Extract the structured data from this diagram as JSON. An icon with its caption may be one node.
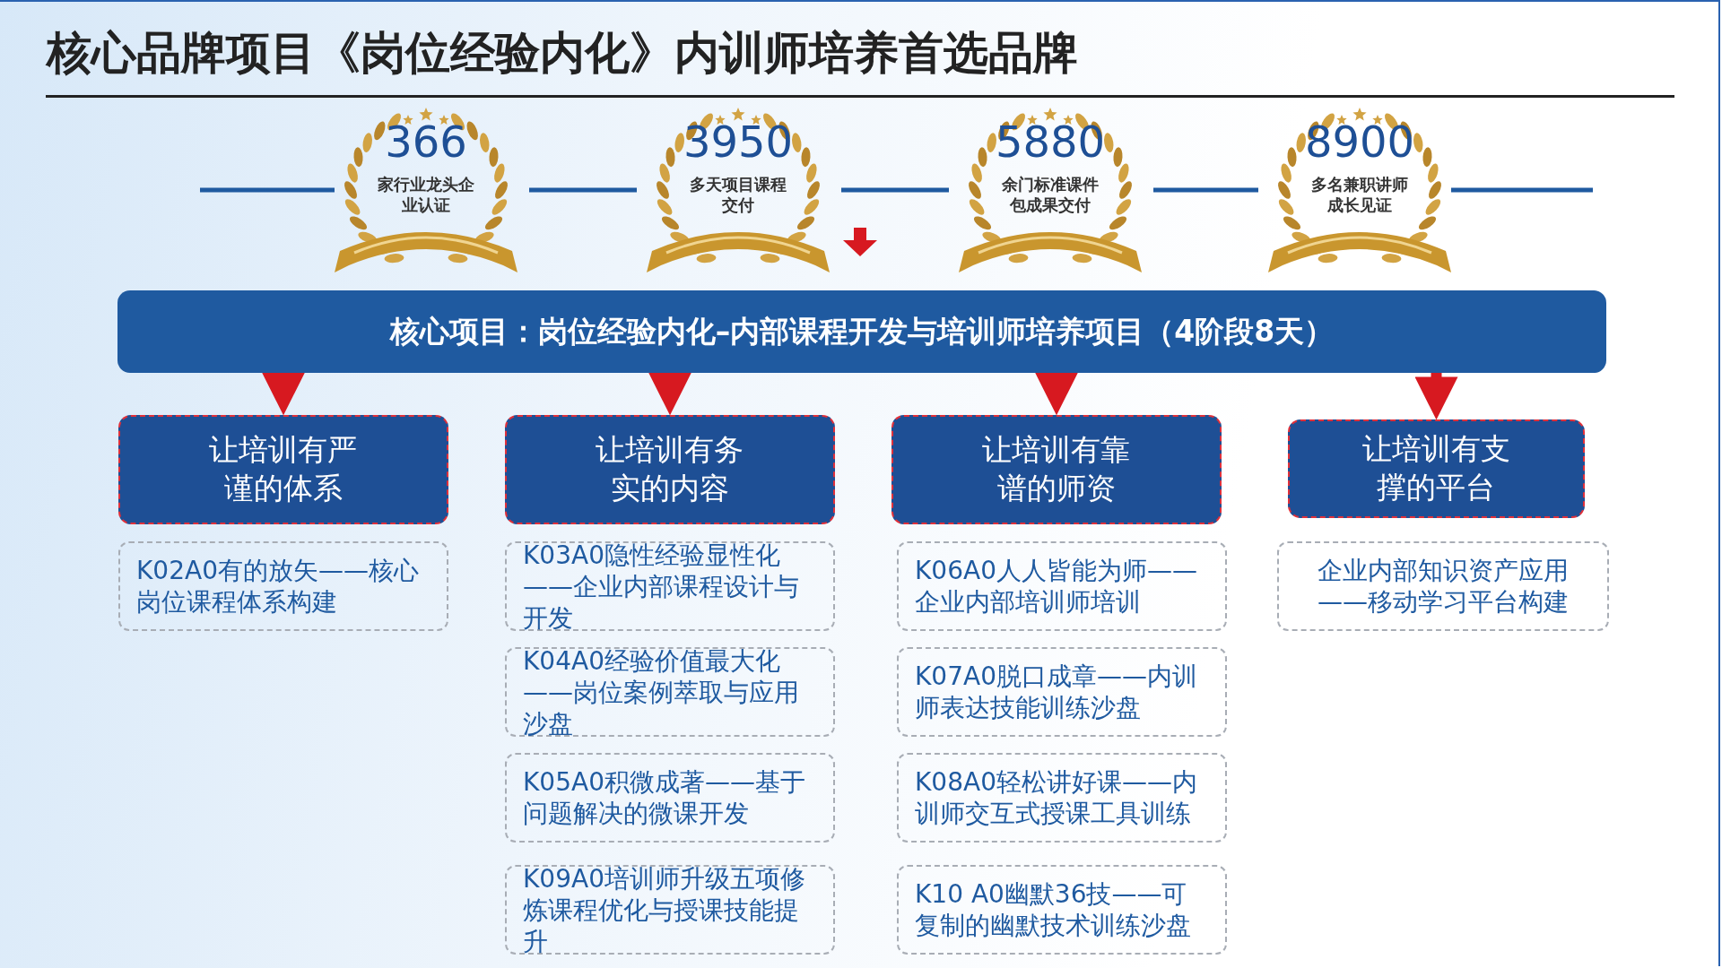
{
  "diagram": {
    "title": "核心品牌项目《岗位经验内化》内训师培养首选品牌",
    "nodes": [
      {
        "text": [
          "366",
          "家行业龙头企业认证"
        ]
      },
      {
        "text": [
          "3950",
          "多天项目课程交付"
        ]
      },
      {
        "text": [
          "5880",
          "余门标准课件包成果交付"
        ]
      },
      {
        "text": [
          "8900",
          "多名兼职讲师成长见证"
        ]
      },
      {
        "text": [
          "核心项目：岗位经验内化–内部课程开发与培训师培养项目（4阶段8天）"
        ]
      },
      {
        "text": [
          "让培训有严谨的体系"
        ]
      },
      {
        "text": [
          "让培训有务实的内容"
        ]
      },
      {
        "text": [
          "让培训有靠谱的师资"
        ]
      },
      {
        "text": [
          "让培训有支撑的平台"
        ]
      },
      {
        "text": [
          "K02A0有的放矢——核心岗位课程体系构建"
        ]
      },
      {
        "text": [
          "K03A0隐性经验显性化——企业内部课程设计与开发"
        ]
      },
      {
        "text": [
          "K06A0人人皆能为师——企业内部培训师培训"
        ]
      },
      {
        "text": [
          "企业内部知识资产应用——移动学习平台构建"
        ]
      },
      {
        "text": [
          "K04A0经验价值最大化——岗位案例萃取与应用沙盘"
        ]
      },
      {
        "text": [
          "K07A0脱口成章——内训师表达技能训练沙盘"
        ]
      },
      {
        "text": [
          "K05A0积微成著——基于问题解决的微课开发"
        ]
      },
      {
        "text": [
          "K08A0轻松讲好课——内训师交互式授课工具训练"
        ]
      },
      {
        "text": [
          "K09A0培训师升级五项修炼课程优化与授课技能提升"
        ]
      },
      {
        "text": [
          "K10 A0幽默36技——可复制的幽默技术训练沙盘"
        ]
      }
    ],
    "edges": [
      {
        "from": null,
        "to": 0,
        "arrow": "none"
      },
      {
        "from": 0,
        "to": 1,
        "arrow": "none"
      },
      {
        "from": 1,
        "to": 2,
        "arrow": "none"
      },
      {
        "from": 2,
        "to": 3,
        "arrow": "none"
      },
      {
        "from": 3,
        "to": null,
        "arrow": "none"
      },
      {
        "from": 4,
        "to": 5,
        "arrow": "to",
        "style": "thick",
        "color": "#d71920"
      },
      {
        "from": 4,
        "to": 6,
        "arrow": "to",
        "style": "thick",
        "color": "#d71920"
      },
      {
        "from": 4,
        "to": 7,
        "arrow": "to",
        "style": "thick",
        "color": "#d71920"
      },
      {
        "from": 4,
        "to": 8,
        "arrow": "to",
        "style": "thick",
        "color": "#d71920"
      }
    ]
  }
}
